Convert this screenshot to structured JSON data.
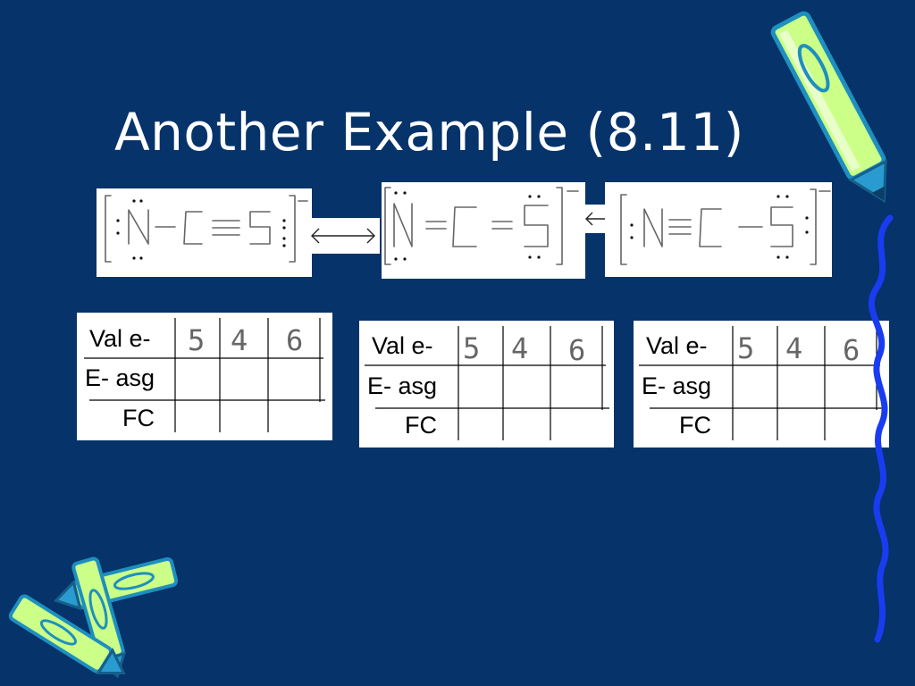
{
  "slide": {
    "title": "Another Example (8.11)",
    "background": "#06336a"
  },
  "resonance": {
    "structures": [
      {
        "atoms": [
          "N",
          "C",
          "S"
        ],
        "bonds": [
          "single",
          "triple"
        ],
        "charge": "-"
      },
      {
        "atoms": [
          "N",
          "C",
          "S"
        ],
        "bonds": [
          "double",
          "double"
        ],
        "charge": "-"
      },
      {
        "atoms": [
          "N",
          "C",
          "S"
        ],
        "bonds": [
          "triple",
          "single"
        ],
        "charge": "-"
      }
    ],
    "arrow": "double-headed"
  },
  "tables": [
    {
      "rows": [
        "Val e-",
        "E- asg",
        "FC"
      ],
      "valence": [
        "5",
        "4",
        "6"
      ]
    },
    {
      "rows": [
        "Val e-",
        "E- asg",
        "FC"
      ],
      "valence": [
        "5",
        "4",
        "6"
      ]
    },
    {
      "rows": [
        "Val e-",
        "E- asg",
        "FC"
      ],
      "valence": [
        "5",
        "4",
        "6"
      ]
    }
  ],
  "decorations": {
    "pencil_color": "#ccff88",
    "pencil_trim": "#1e8fbf",
    "squiggle_color": "#1a3cf0"
  }
}
